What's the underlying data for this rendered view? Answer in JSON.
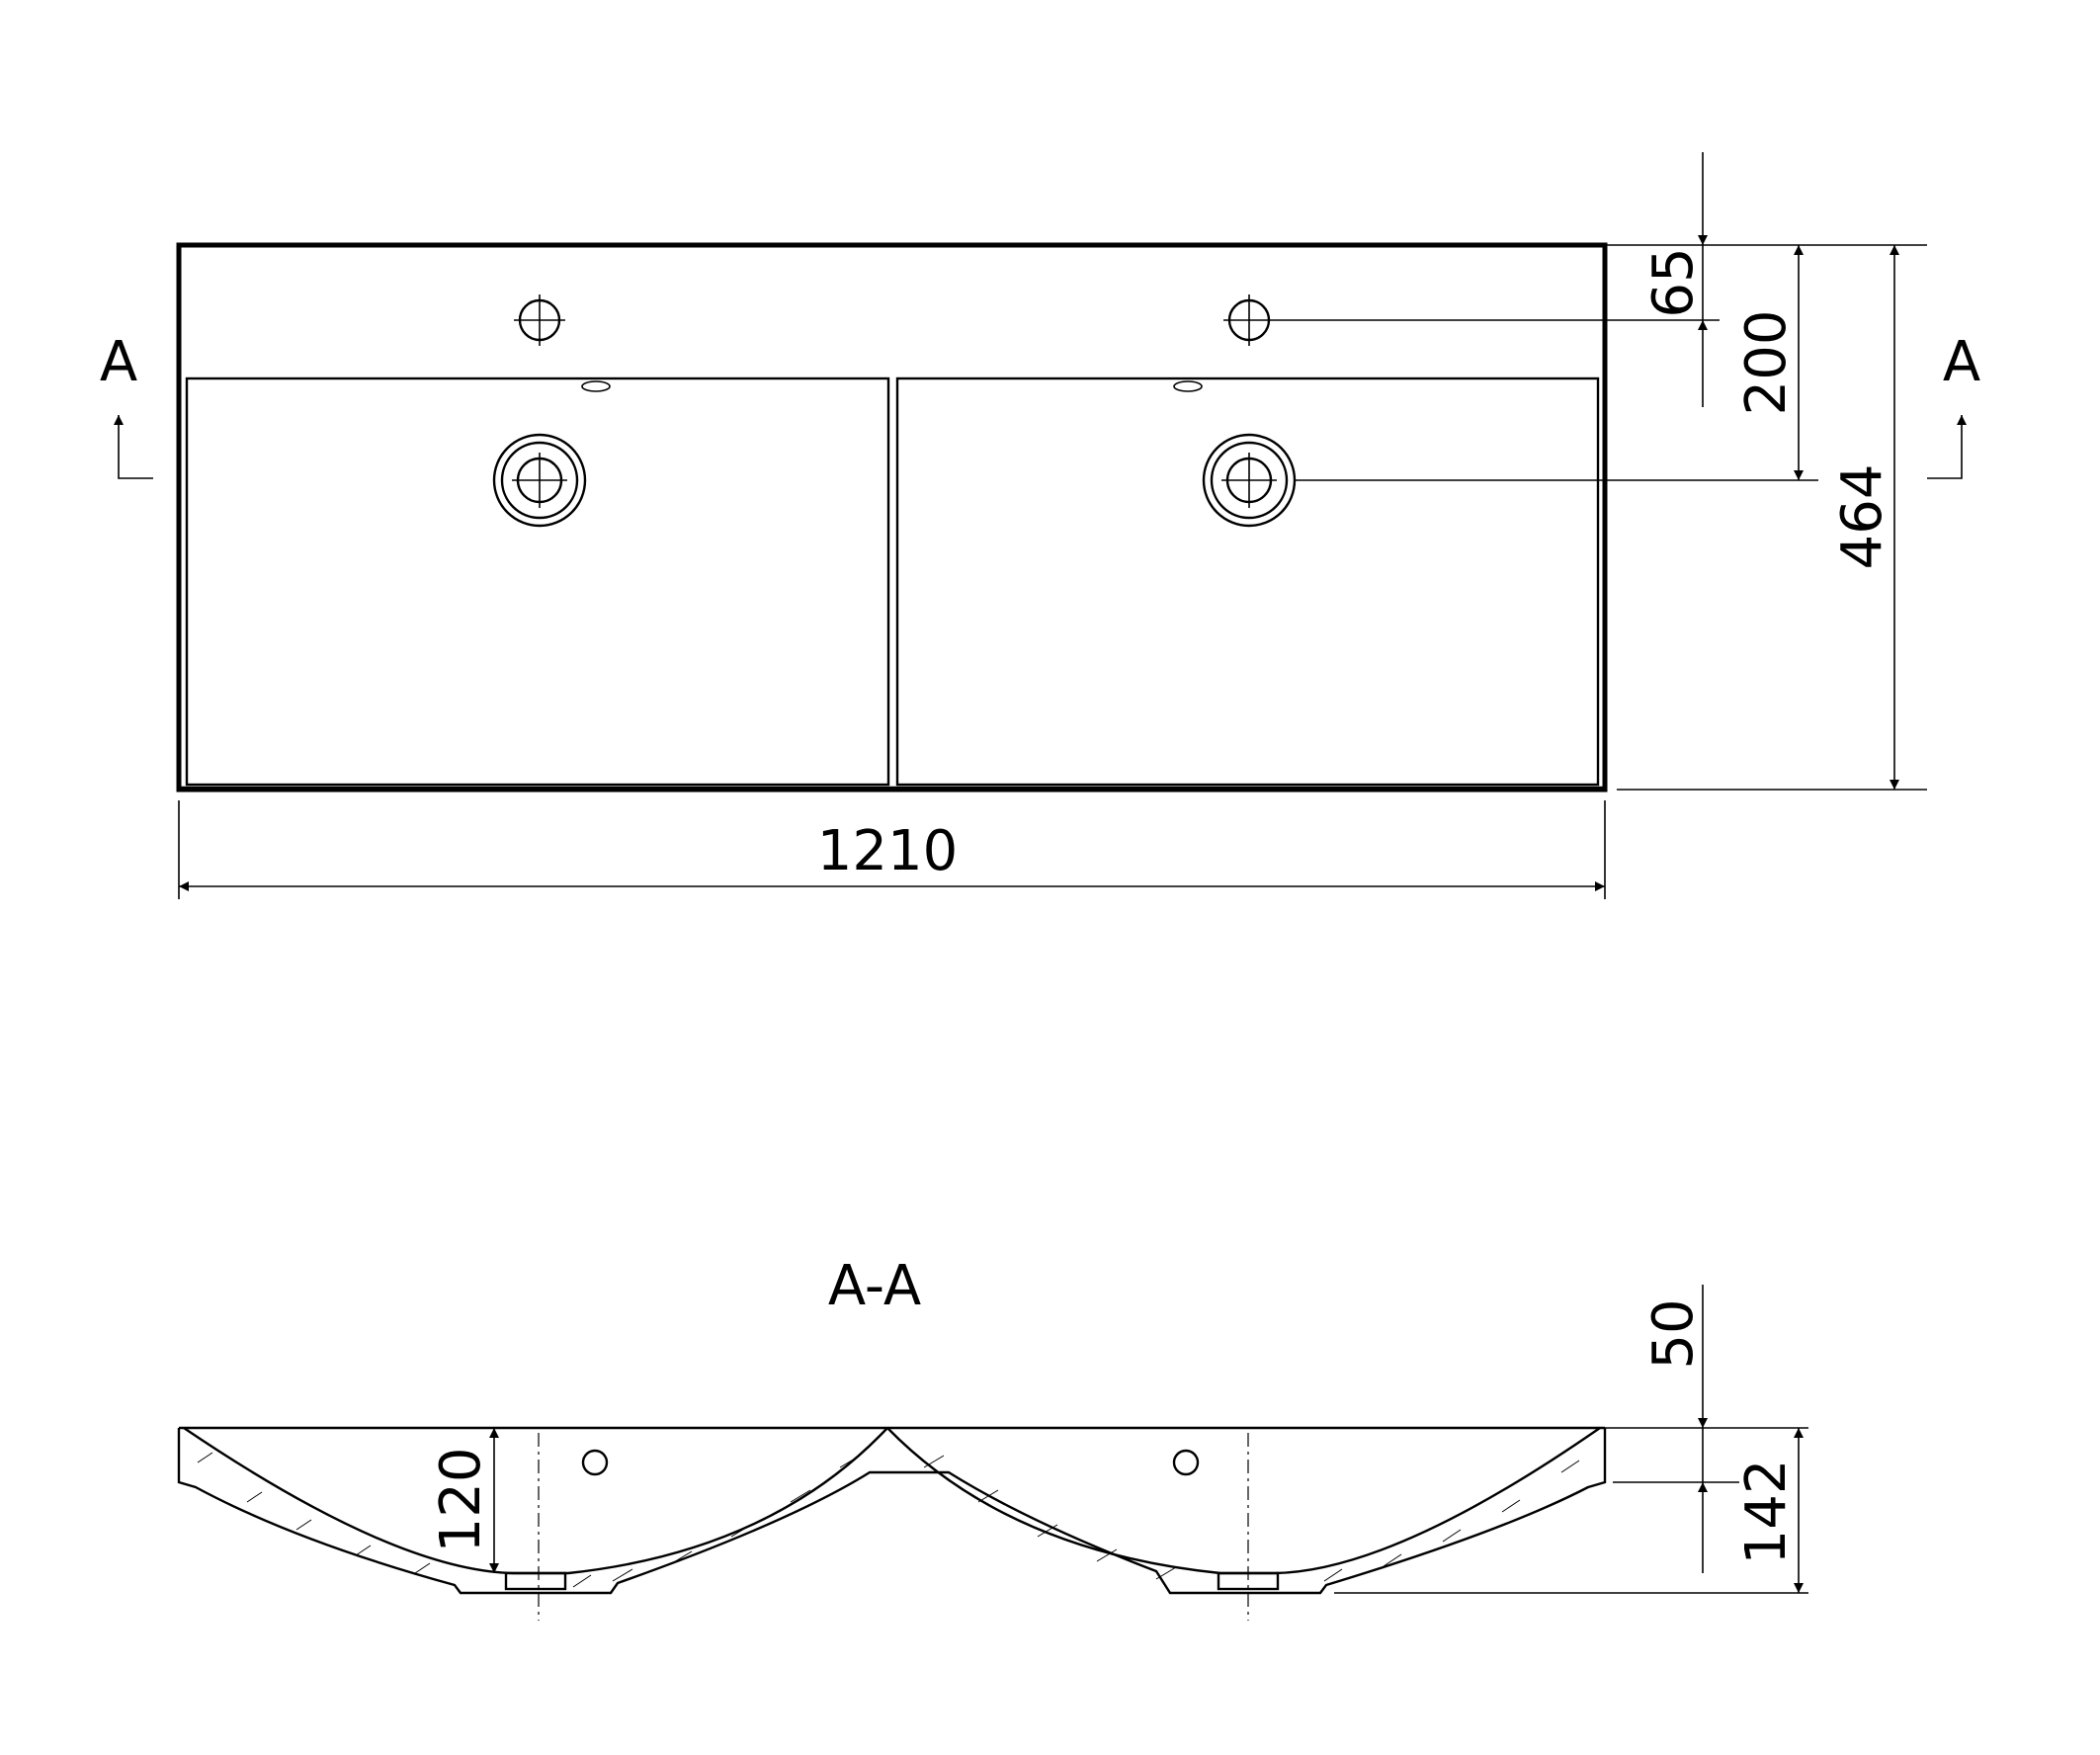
{
  "colors": {
    "line": "#000000",
    "background": "#ffffff"
  },
  "top_view": {
    "section_marker_left": "A",
    "section_marker_right": "A",
    "dimensions": {
      "width": "1210",
      "depth": "464",
      "tap_hole_offset": "65",
      "drain_offset": "200"
    }
  },
  "section_view": {
    "title": "A-A",
    "dimensions": {
      "bowl_depth": "120",
      "rim_thickness": "50",
      "total_height": "142"
    }
  }
}
